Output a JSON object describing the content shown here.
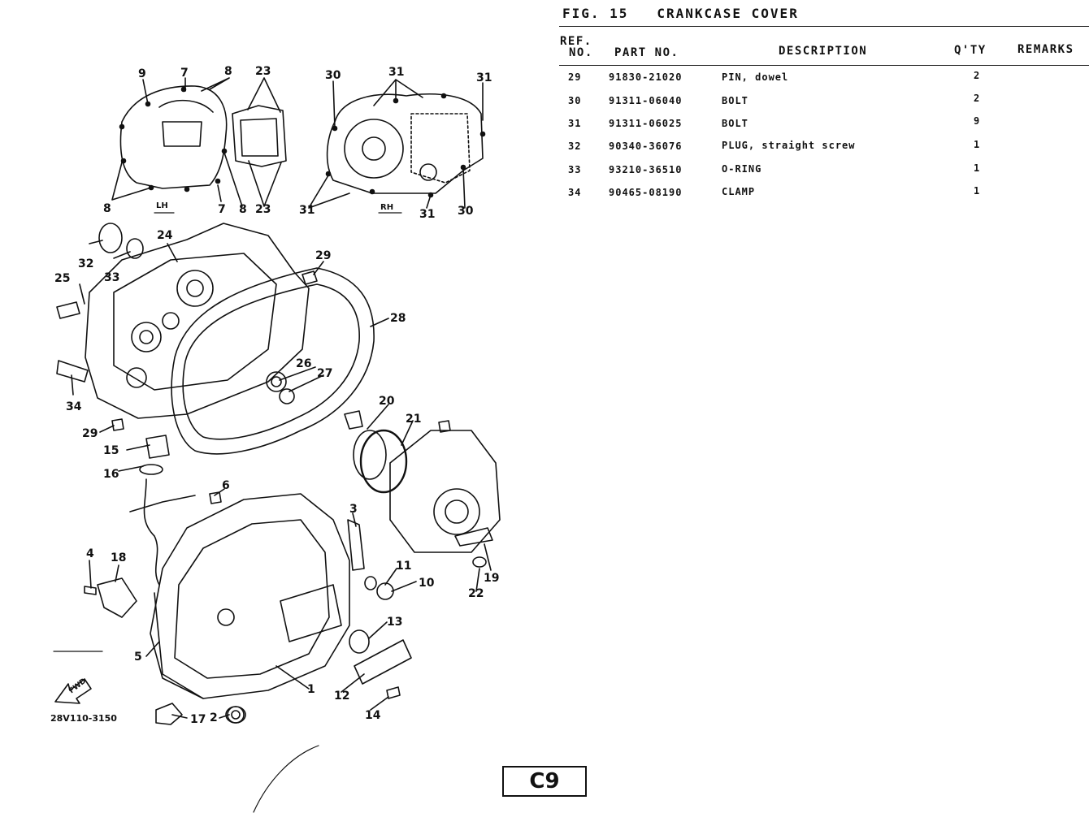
{
  "figure": {
    "title": "FIG. 15   CRANKCASE COVER",
    "page_code": "C9",
    "drawing_number": "28V110-3150"
  },
  "table": {
    "headers": {
      "ref_top": "REF.",
      "ref_bottom": "NO.",
      "part_no": "PART NO.",
      "description": "DESCRIPTION",
      "qty": "Q'TY",
      "remarks": "REMARKS"
    },
    "rows": [
      {
        "ref": "29",
        "part_no": "91830-21020",
        "description": "PIN, dowel",
        "qty": "2",
        "remarks": ""
      },
      {
        "ref": "30",
        "part_no": "91311-06040",
        "description": "BOLT",
        "qty": "2",
        "remarks": ""
      },
      {
        "ref": "31",
        "part_no": "91311-06025",
        "description": "BOLT",
        "qty": "9",
        "remarks": ""
      },
      {
        "ref": "32",
        "part_no": "90340-36076",
        "description": "PLUG, straight screw",
        "qty": "1",
        "remarks": ""
      },
      {
        "ref": "33",
        "part_no": "93210-36510",
        "description": "O-RING",
        "qty": "1",
        "remarks": ""
      },
      {
        "ref": "34",
        "part_no": "90465-08190",
        "description": "CLAMP",
        "qty": "1",
        "remarks": ""
      }
    ]
  },
  "diagram": {
    "side_labels": {
      "left": "LH",
      "right": "RH"
    },
    "fwd_label": "FWD",
    "callouts": [
      "9",
      "7",
      "8",
      "23",
      "30",
      "31",
      "31",
      "8",
      "7",
      "8",
      "23",
      "31",
      "31",
      "30",
      "32",
      "24",
      "33",
      "25",
      "29",
      "28",
      "26",
      "27",
      "34",
      "29",
      "15",
      "16",
      "20",
      "21",
      "6",
      "3",
      "4",
      "18",
      "11",
      "10",
      "19",
      "22",
      "13",
      "5",
      "1",
      "12",
      "14",
      "17",
      "2"
    ]
  }
}
